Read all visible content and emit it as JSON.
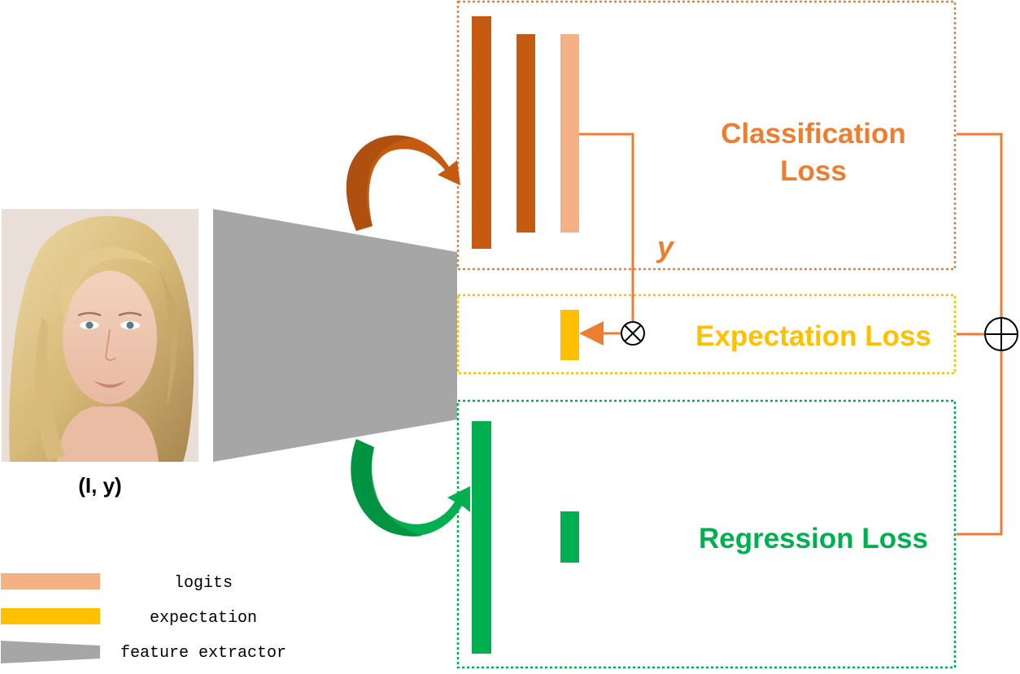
{
  "input": {
    "label": "(I, y)",
    "image_subject": "face-photo"
  },
  "target_symbol": "y",
  "losses": {
    "classification": {
      "line1": "Classification",
      "line2": "Loss"
    },
    "expectation": {
      "text": "Expectation Loss"
    },
    "regression": {
      "text": "Regression Loss"
    }
  },
  "legend": [
    {
      "key": "logits",
      "label": "logits"
    },
    {
      "key": "expectation",
      "label": "expectation"
    },
    {
      "key": "feature",
      "label": "feature extractor"
    }
  ],
  "colors": {
    "classification": "#ed7d31",
    "classification_dark": "#c55a11",
    "logits": "#f4b183",
    "expectation": "#ffc000",
    "regression": "#00b050",
    "regression_dark": "#00873c",
    "feature_extractor": "#a6a6a6",
    "text_dark": "#000000"
  }
}
